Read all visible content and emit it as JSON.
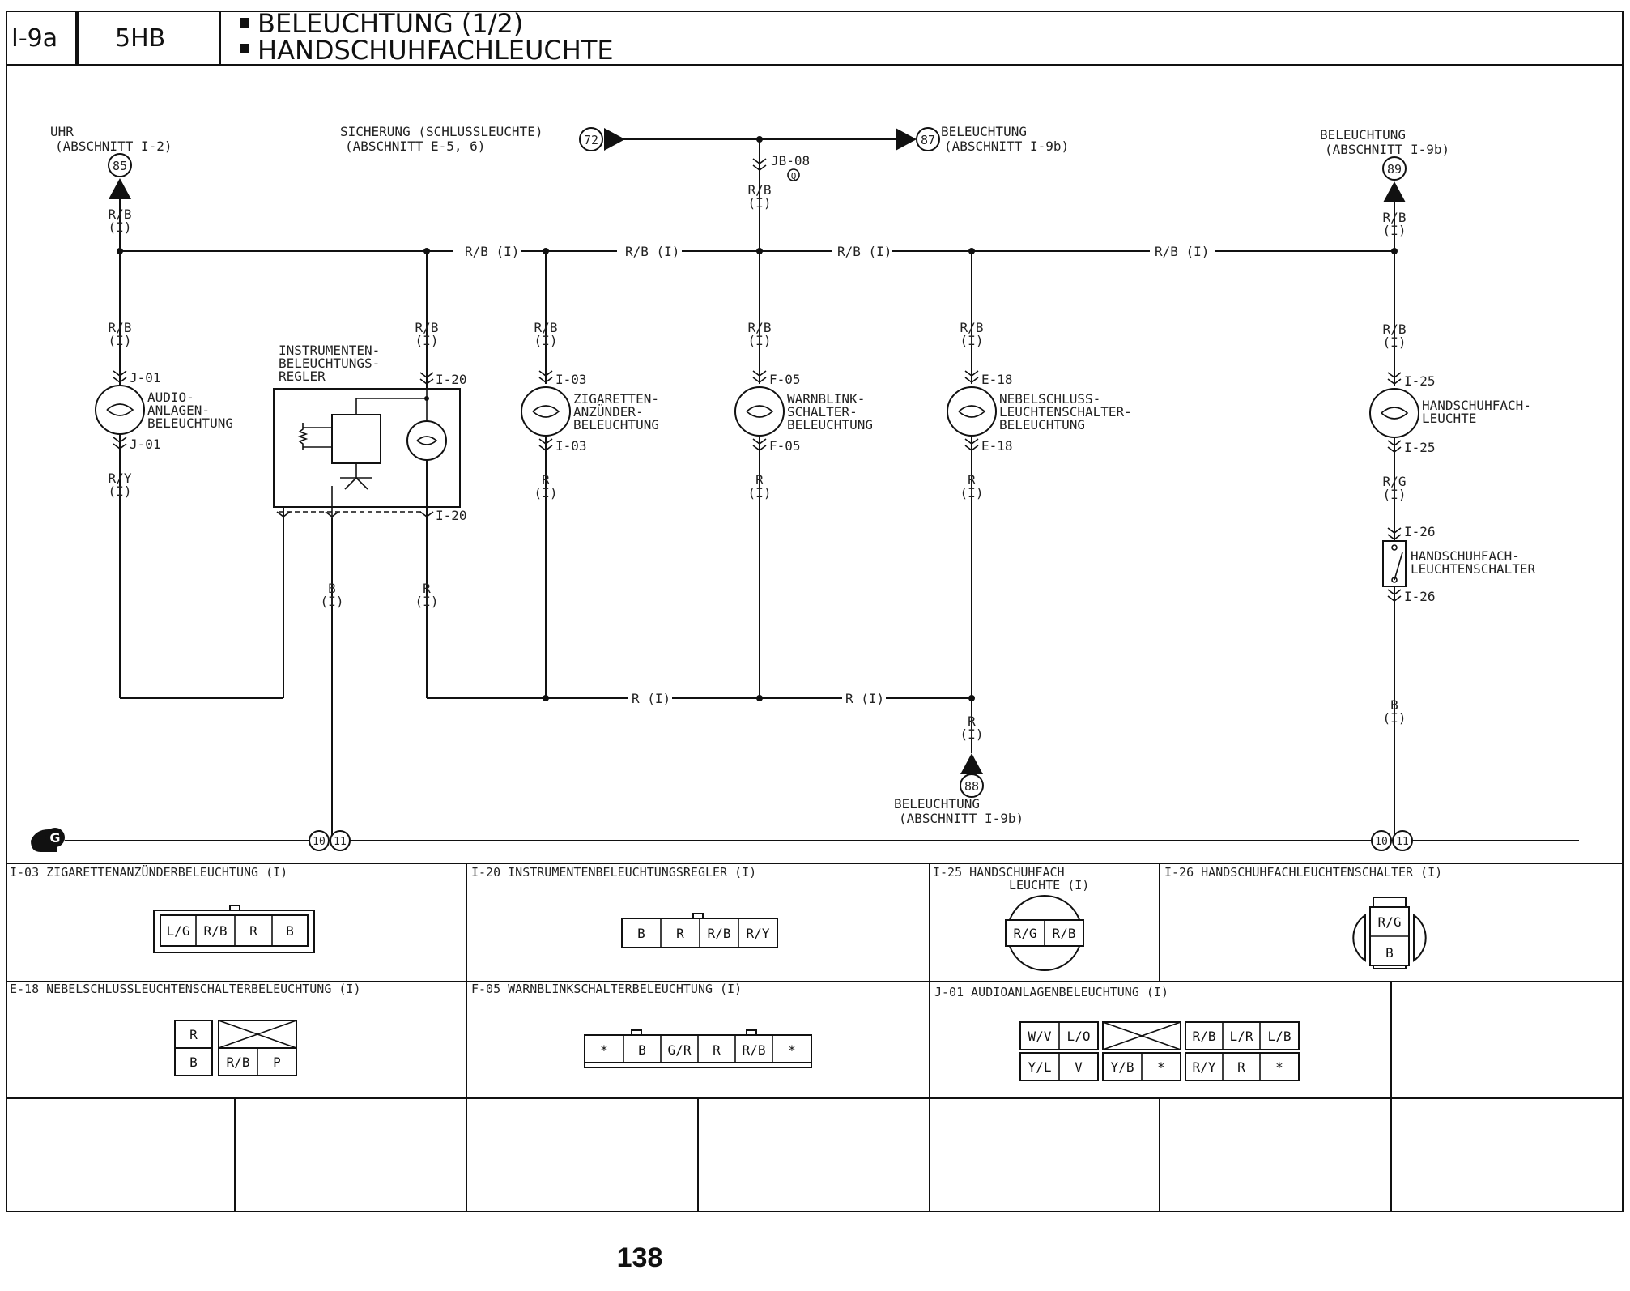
{
  "header": {
    "page_id": "I-9a",
    "model": "5HB",
    "title_1": "BELEUCHTUNG (1/2)",
    "title_2": "HANDSCHUHFACHLEUCHTE"
  },
  "refs": {
    "uhr_1": "UHR",
    "uhr_2": "(ABSCHNITT I-2)",
    "uhr_num": "85",
    "sich_1": "SICHERUNG (SCHLUSSLEUCHTE)",
    "sich_2": "(ABSCHNITT E-5, 6)",
    "sich_num": "72",
    "bel87_1": "BELEUCHTUNG",
    "bel87_2": "(ABSCHNITT I-9b)",
    "bel87_num": "87",
    "bel89_1": "BELEUCHTUNG",
    "bel89_2": "(ABSCHNITT I-9b)",
    "bel89_num": "89",
    "bel88_1": "BELEUCHTUNG",
    "bel88_2": "(ABSCHNITT I-9b)",
    "bel88_num": "88",
    "jb": "JB-08",
    "jb_q": "Q",
    "ground_g": "G"
  },
  "wires": {
    "rb": "R/B",
    "i": "(I)",
    "rb_i": "R/B (I)",
    "r": "R",
    "r_i": "R (I)",
    "ry": "R/Y",
    "rg": "R/G",
    "b": "B",
    "g10": "10",
    "g11": "11"
  },
  "components": {
    "j01_conn": "J-01",
    "j01_1": "AUDIO-",
    "j01_2": "ANLAGEN-",
    "j01_3": "BELEUCHTUNG",
    "i20_conn": "I-20",
    "i20_1": "INSTRUMENTEN-",
    "i20_2": "BELEUCHTUNGS-",
    "i20_3": "REGLER",
    "i03_conn": "I-03",
    "i03_1": "ZIGARETTEN-",
    "i03_2": "ANZÜNDER-",
    "i03_3": "BELEUCHTUNG",
    "f05_conn": "F-05",
    "f05_1": "WARNBLINK-",
    "f05_2": "SCHALTER-",
    "f05_3": "BELEUCHTUNG",
    "e18_conn": "E-18",
    "e18_1": "NEBELSCHLUSS-",
    "e18_2": "LEUCHTENSCHALTER-",
    "e18_3": "BELEUCHTUNG",
    "i25_conn": "I-25",
    "i25_1": "HANDSCHUHFACH-",
    "i25_2": "LEUCHTE",
    "i26_conn": "I-26",
    "i26_1": "HANDSCHUHFACH-",
    "i26_2": "LEUCHTENSCHALTER"
  },
  "connectors": {
    "i03_title": "I-03 ZIGARETTENANZÜNDERBELEUCHTUNG (I)",
    "i03_pins": [
      "L/G",
      "R/B",
      "R",
      "B"
    ],
    "i20_title": "I-20 INSTRUMENTENBELEUCHTUNGSREGLER (I)",
    "i20_pins": [
      "B",
      "R",
      "R/B",
      "R/Y"
    ],
    "i25_title_1": "I-25 HANDSCHUHFACH",
    "i25_title_2": "LEUCHTE (I)",
    "i25_pins": [
      "R/G",
      "R/B"
    ],
    "i26_title": "I-26 HANDSCHUHFACHLEUCHTENSCHALTER (I)",
    "i26_pins": [
      "R/G",
      "B"
    ],
    "e18_title": "E-18 NEBELSCHLUSSLEUCHTENSCHALTERBELEUCHTUNG (I)",
    "e18_pins_top": [
      "R"
    ],
    "e18_pins_bot": [
      "B",
      "R/B",
      "P"
    ],
    "f05_title": "F-05 WARNBLINKSCHALTERBELEUCHTUNG (I)",
    "f05_pins": [
      "*",
      "B",
      "G/R",
      "R",
      "R/B",
      "*"
    ],
    "j01_title": "J-01 AUDIOANLAGENBELEUCHTUNG (I)",
    "j01_top_left": [
      "W/V",
      "L/O"
    ],
    "j01_top_right": [
      "R/B",
      "L/R",
      "L/B"
    ],
    "j01_bot_left": [
      "Y/L",
      "V"
    ],
    "j01_bot_mid": [
      "Y/B",
      "*"
    ],
    "j01_bot_right": [
      "R/Y",
      "R",
      "*"
    ]
  },
  "footer": {
    "page_number": "138"
  }
}
